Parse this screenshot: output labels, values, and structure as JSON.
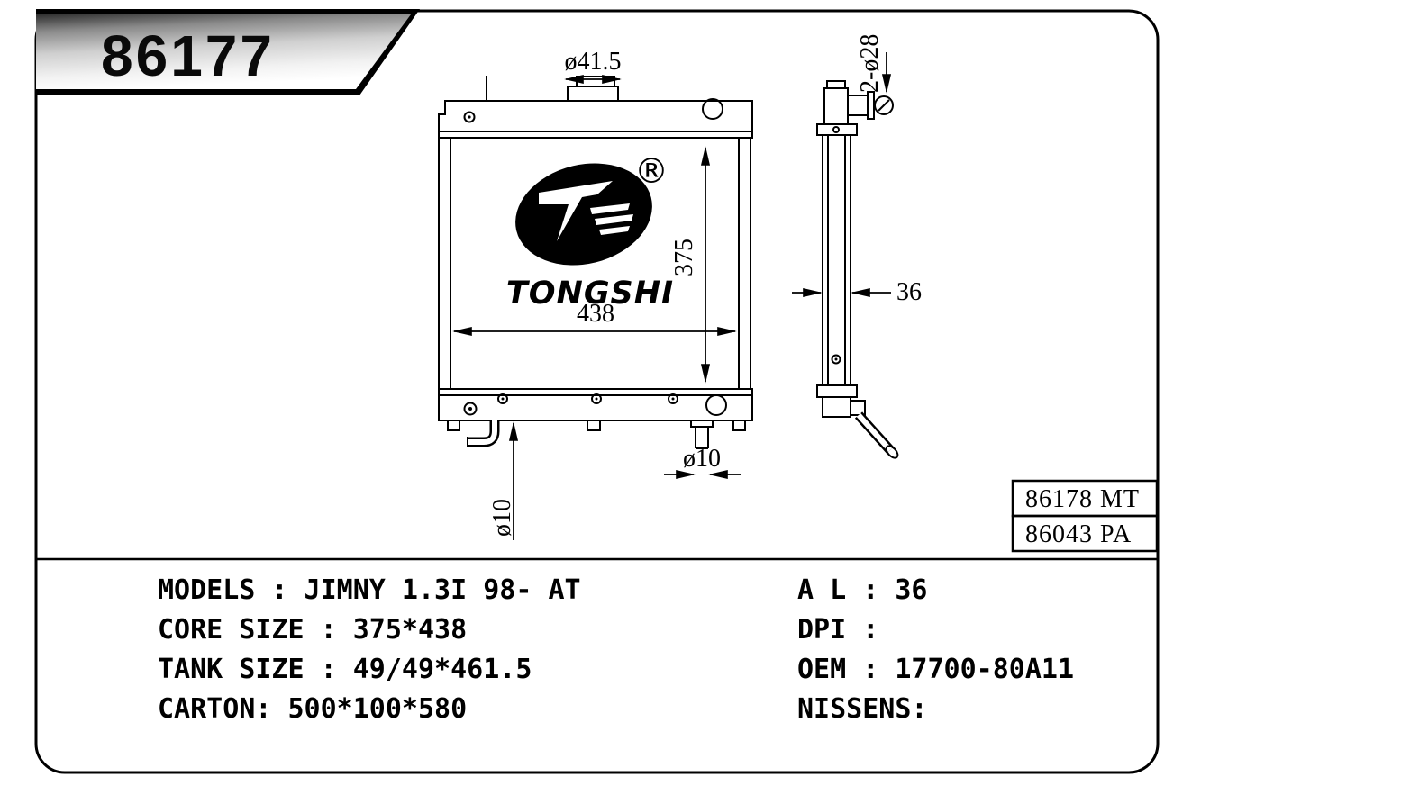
{
  "banner": {
    "part_number": "86177"
  },
  "drawing": {
    "front": {
      "neck_dia": "ø41.5",
      "core_height": "375",
      "core_width": "438",
      "drain_dia": "ø10",
      "outlet_dia": "ø10"
    },
    "side": {
      "ports": "2-ø28",
      "thickness": "36"
    },
    "logo": {
      "brand": "TONGSHI",
      "reg": "®"
    }
  },
  "refs": [
    {
      "text": "86178 MT"
    },
    {
      "text": "86043 PA"
    }
  ],
  "specs": {
    "left": [
      "MODELS : JIMNY 1.3I 98- AT",
      "CORE SIZE : 375*438",
      "TANK SIZE : 49/49*461.5",
      "CARTON: 500*100*580"
    ],
    "right": [
      "A L : 36",
      "DPI :",
      "OEM : 17700-80A11",
      "NISSENS:"
    ]
  }
}
